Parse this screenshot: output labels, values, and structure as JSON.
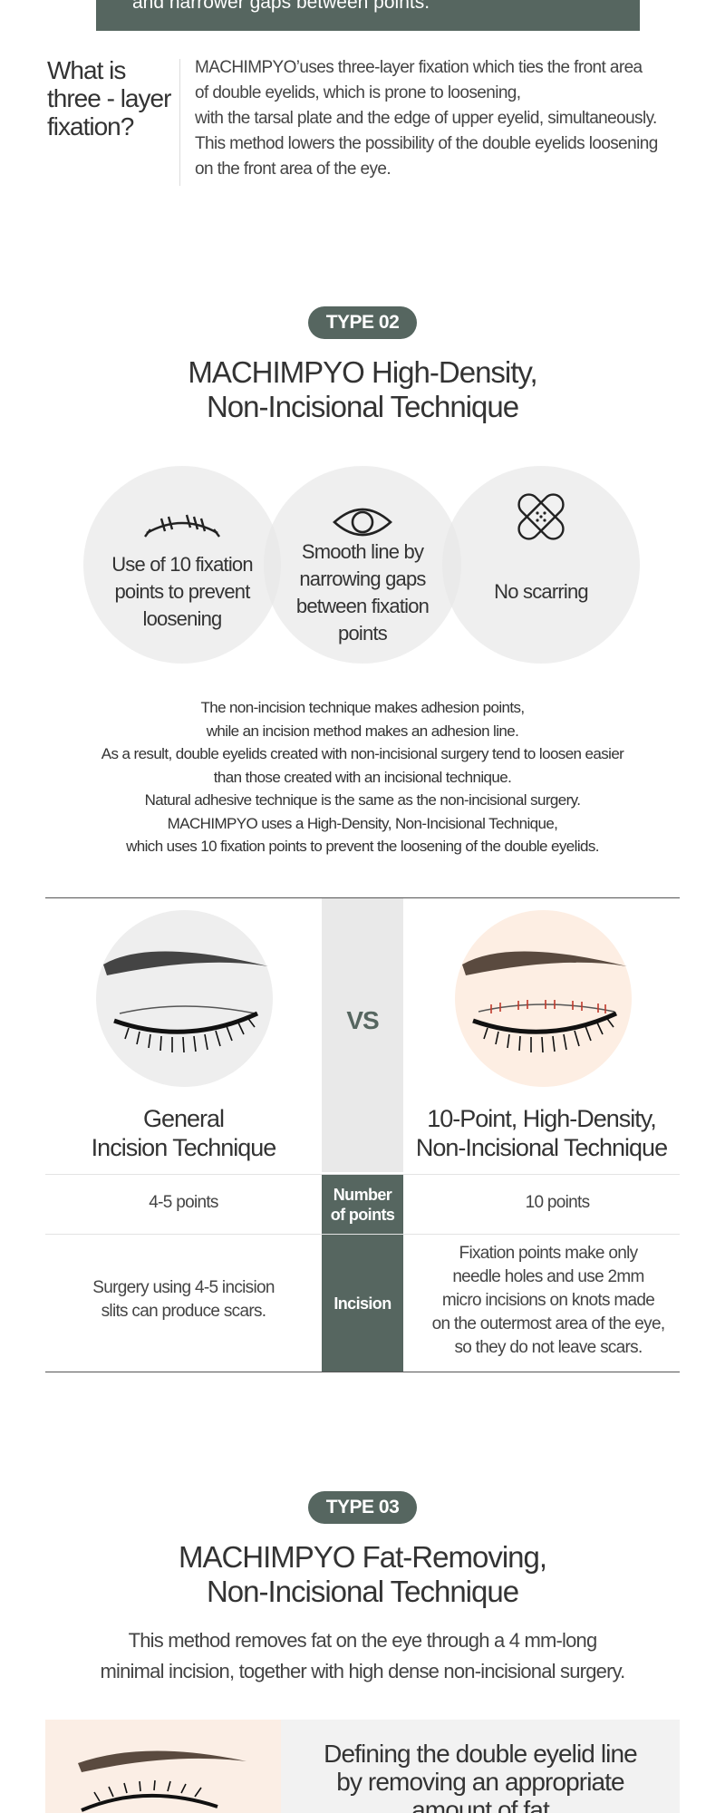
{
  "top_banner": {
    "text": "and narrower gaps between points."
  },
  "three_layer": {
    "title_lines": [
      "What is",
      "three - layer",
      "fixation?"
    ],
    "body_lines": [
      "MACHIMPYO’uses three-layer fixation which ties the front area",
      "of double eyelids, which is prone to loosening,",
      "with the tarsal plate and the edge of upper eyelid, simultaneously.",
      "This method lowers the possibility of the double eyelids loosening",
      "on the front area of the eye."
    ]
  },
  "type02": {
    "pill": "TYPE 02",
    "title_lines": [
      "MACHIMPYO High-Density,",
      "Non-Incisional Technique"
    ],
    "features": [
      {
        "icon": "stitch-icon",
        "lines": [
          "Use of 10 fixation",
          "points to prevent",
          "loosening"
        ]
      },
      {
        "icon": "eye-icon",
        "lines": [
          "Smooth line by",
          "narrowing gaps",
          "between fixation",
          "points"
        ]
      },
      {
        "icon": "bandage-icon",
        "lines": [
          "No scarring"
        ]
      }
    ],
    "paragraph_lines": [
      "The non-incision technique makes adhesion points,",
      "while an incision method makes an adhesion line.",
      "As a result, double eyelids created with non-incisional surgery tend to loosen easier",
      "than those created with an incisional technique.",
      "Natural adhesive technique is the same as the non-incisional surgery.",
      "MACHIMPYO uses a High-Density, Non-Incisional Technique,",
      "which uses 10 fixation points to prevent the loosening of the double eyelids."
    ]
  },
  "comparison": {
    "vs": "VS",
    "left_title": [
      "General",
      "Incision Technique"
    ],
    "right_title": [
      "10-Point, High-Density,",
      "Non-Incisional Technique"
    ],
    "colors": {
      "accent": "#566660",
      "left_circle": "#eeeeee",
      "right_circle": "#fdeee3"
    },
    "rows": [
      {
        "label": [
          "Number",
          "of points"
        ],
        "left": [
          "4-5 points"
        ],
        "right": [
          "10 points"
        ]
      },
      {
        "label": [
          "Incision"
        ],
        "left": [
          "Surgery using 4-5 incision",
          "slits can produce scars."
        ],
        "right": [
          "Fixation points make only",
          "needle holes and use 2mm",
          "micro incisions on knots made",
          "on the outermost area of the eye,",
          "so they do not leave scars."
        ]
      }
    ]
  },
  "type03": {
    "pill": "TYPE 03",
    "title_lines": [
      "MACHIMPYO Fat-Removing,",
      "Non-Incisional Technique"
    ],
    "description_lines": [
      "This method removes fat on the eye through a 4 mm-long",
      "minimal incision, together with high dense non-incisional surgery."
    ],
    "feature_lines": [
      "Defining the double eyelid line",
      "by removing an appropriate",
      "amount of fat"
    ]
  }
}
